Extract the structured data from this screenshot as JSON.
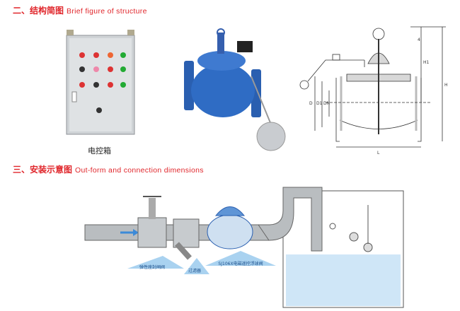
{
  "section2": {
    "number": "二、结构简图",
    "english": "Brief figure of structure"
  },
  "section3": {
    "number": "三、安装示意图",
    "english": "Out-form and connection dimensions"
  },
  "control_box": {
    "caption": "电控箱"
  },
  "drawing_labels": {
    "L": "L",
    "H": "H",
    "H1": "H1",
    "D": "D",
    "D1": "D1",
    "DN": "DN",
    "item": "4"
  },
  "install_labels": {
    "gate_valve": "弹性座封闸阀",
    "filter": "过滤器",
    "float_valve": "SJ106X电磁遥控浮球阀"
  },
  "colors": {
    "accent": "#e0262b",
    "valve_blue": "#2a5fb0",
    "water": "#cfe6f7"
  }
}
